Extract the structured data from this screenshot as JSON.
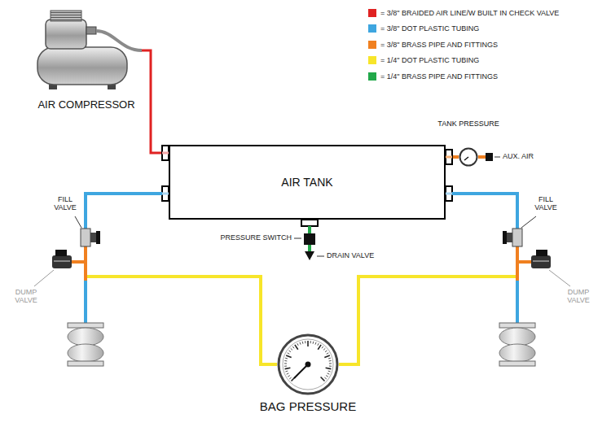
{
  "diagram": {
    "nodes": [
      {
        "text": [
          "AIR COMPRESSOR"
        ]
      },
      {
        "text": [
          "AIR TANK"
        ]
      },
      {
        "text": [
          "TANK PRESSURE"
        ]
      },
      {
        "text": [
          "BAG PRESSURE"
        ]
      }
    ],
    "edges": [
      {
        "from": 0,
        "to": 1,
        "arrow": "none"
      },
      {
        "from": 1,
        "to": 2,
        "arrow": "none"
      },
      {
        "from": 1,
        "to": 3,
        "arrow": "none"
      },
      {
        "from": 1,
        "to": 3,
        "arrow": "none"
      }
    ],
    "labels": [
      "AUX. AIR",
      "FILL VALVE",
      "DUMP VALVE",
      "PRESSURE SWITCH",
      "DRAIN VALVE",
      "FILL VALVE",
      "DUMP VALVE"
    ],
    "legend": [
      {
        "text": "= 3/8\" BRAIDED AIR LINE/W BUILT IN CHECK VALVE",
        "color": "#e02222"
      },
      {
        "text": "= 3/8\" DOT PLASTIC TUBING",
        "color": "#3ea6e0"
      },
      {
        "text": "= 3/8\" BRASS PIPE AND FITTINGS",
        "color": "#f08020"
      },
      {
        "text": "= 1/4\" DOT PLASTIC TUBING",
        "color": "#f7e52a"
      },
      {
        "text": "= 1/4\" BRASS PIPE AND FITTINGS",
        "color": "#22a84a"
      }
    ]
  }
}
